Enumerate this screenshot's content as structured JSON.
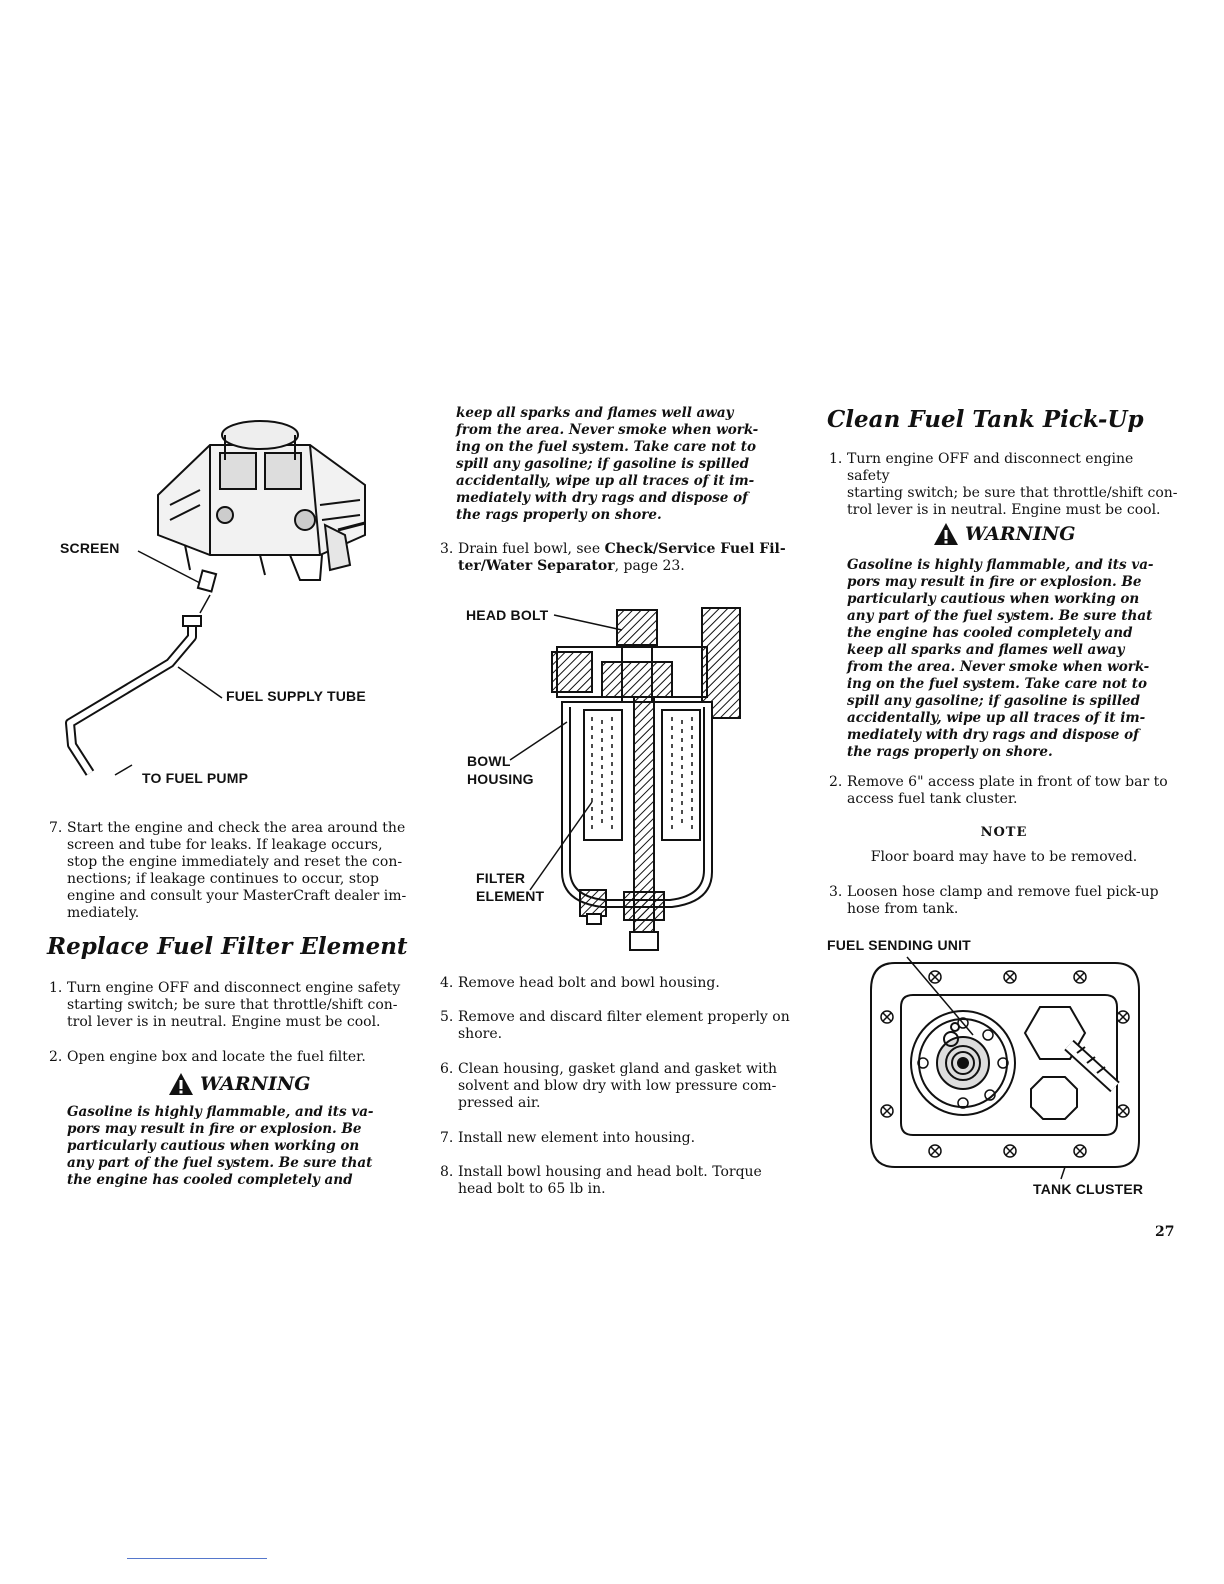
{
  "page_number": "27",
  "figure_carb": {
    "screen_label": "SCREEN",
    "tube_label": "FUEL SUPPLY TUBE",
    "pump_label": "TO FUEL PUMP"
  },
  "left_step7": {
    "num": "7.",
    "lines": [
      "Start the engine and check the area around the",
      "screen and tube for leaks. If leakage occurs,",
      "stop the engine immediately and reset the con-",
      "nections; if leakage continues to occur, stop",
      "engine and consult your MasterCraft dealer im-",
      "mediately."
    ]
  },
  "replace_section": {
    "title": "Replace Fuel Filter Element",
    "step1_num": "1.",
    "step1_lines": [
      "Turn engine OFF and disconnect engine safety",
      "starting switch; be sure that throttle/shift con-",
      "trol lever is in neutral. Engine must be cool."
    ],
    "step2_num": "2.",
    "step2_text": "Open engine box and locate the fuel filter.",
    "warning_title": "WARNING",
    "warning_lines": [
      "Gasoline is highly flammable, and its va-",
      "pors may result in fire or explosion. Be",
      "particularly cautious when working on",
      "any part of the fuel system. Be sure that",
      "the engine has cooled completely and"
    ]
  },
  "middle": {
    "warning_cont_lines": [
      "keep all sparks and flames well away",
      "from the area. Never smoke when work-",
      "ing on the fuel system. Take care not to",
      "spill any gasoline; if gasoline is spilled",
      "accidentally, wipe up all traces of it im-",
      "mediately with dry rags and dispose of",
      "the rags properly on shore."
    ],
    "step3_num": "3.",
    "step3_pre": "Drain fuel bowl, see ",
    "step3_bold1": "Check/Service Fuel Fil-",
    "step3_bold2": "ter/Water Separator",
    "step3_post": ", page 23.",
    "fig_head_bolt": "HEAD BOLT",
    "fig_bowl": "BOWL",
    "fig_housing": "HOUSING",
    "fig_filter": "FILTER",
    "fig_element": "ELEMENT",
    "steps": [
      {
        "num": "4.",
        "lines": [
          "Remove head bolt and bowl housing."
        ]
      },
      {
        "num": "5.",
        "lines": [
          "Remove and discard filter element properly on",
          "shore."
        ]
      },
      {
        "num": "6.",
        "lines": [
          "Clean housing, gasket gland and gasket with",
          "solvent and blow dry with low pressure com-",
          "pressed air."
        ]
      },
      {
        "num": "7.",
        "lines": [
          "Install new element into housing."
        ]
      },
      {
        "num": "8.",
        "lines": [
          "Install bowl housing and head bolt. Torque",
          "head bolt to 65 lb in."
        ]
      }
    ]
  },
  "clean_section": {
    "title": "Clean Fuel Tank Pick-Up",
    "step1_num": "1.",
    "step1_lines": [
      "Turn engine OFF and disconnect engine safety",
      "starting switch; be sure that throttle/shift con-",
      "trol lever is in neutral. Engine must be cool."
    ],
    "warning_title": "WARNING",
    "warning_lines": [
      "Gasoline is highly flammable, and its va-",
      "pors may result in fire or explosion. Be",
      "particularly cautious when working on",
      "any part of the fuel system. Be sure that",
      "the engine has cooled completely and",
      "keep all sparks and flames well away",
      "from the area. Never smoke when work-",
      "ing on the fuel system. Take care not to",
      "spill any gasoline; if gasoline is spilled",
      "accidentally, wipe up all traces of it im-",
      "mediately with dry rags and dispose of",
      "the rags properly on shore."
    ],
    "step2_num": "2.",
    "step2_lines": [
      "Remove 6\" access plate in front of tow bar to",
      "access fuel tank cluster."
    ],
    "note_title": "NOTE",
    "note_text": "Floor board may have to be removed.",
    "step3_num": "3.",
    "step3_lines": [
      "Loosen hose clamp and remove fuel pick-up",
      "hose from tank."
    ],
    "fig_sending_unit": "FUEL SENDING UNIT",
    "fig_tank_cluster": "TANK CLUSTER"
  }
}
